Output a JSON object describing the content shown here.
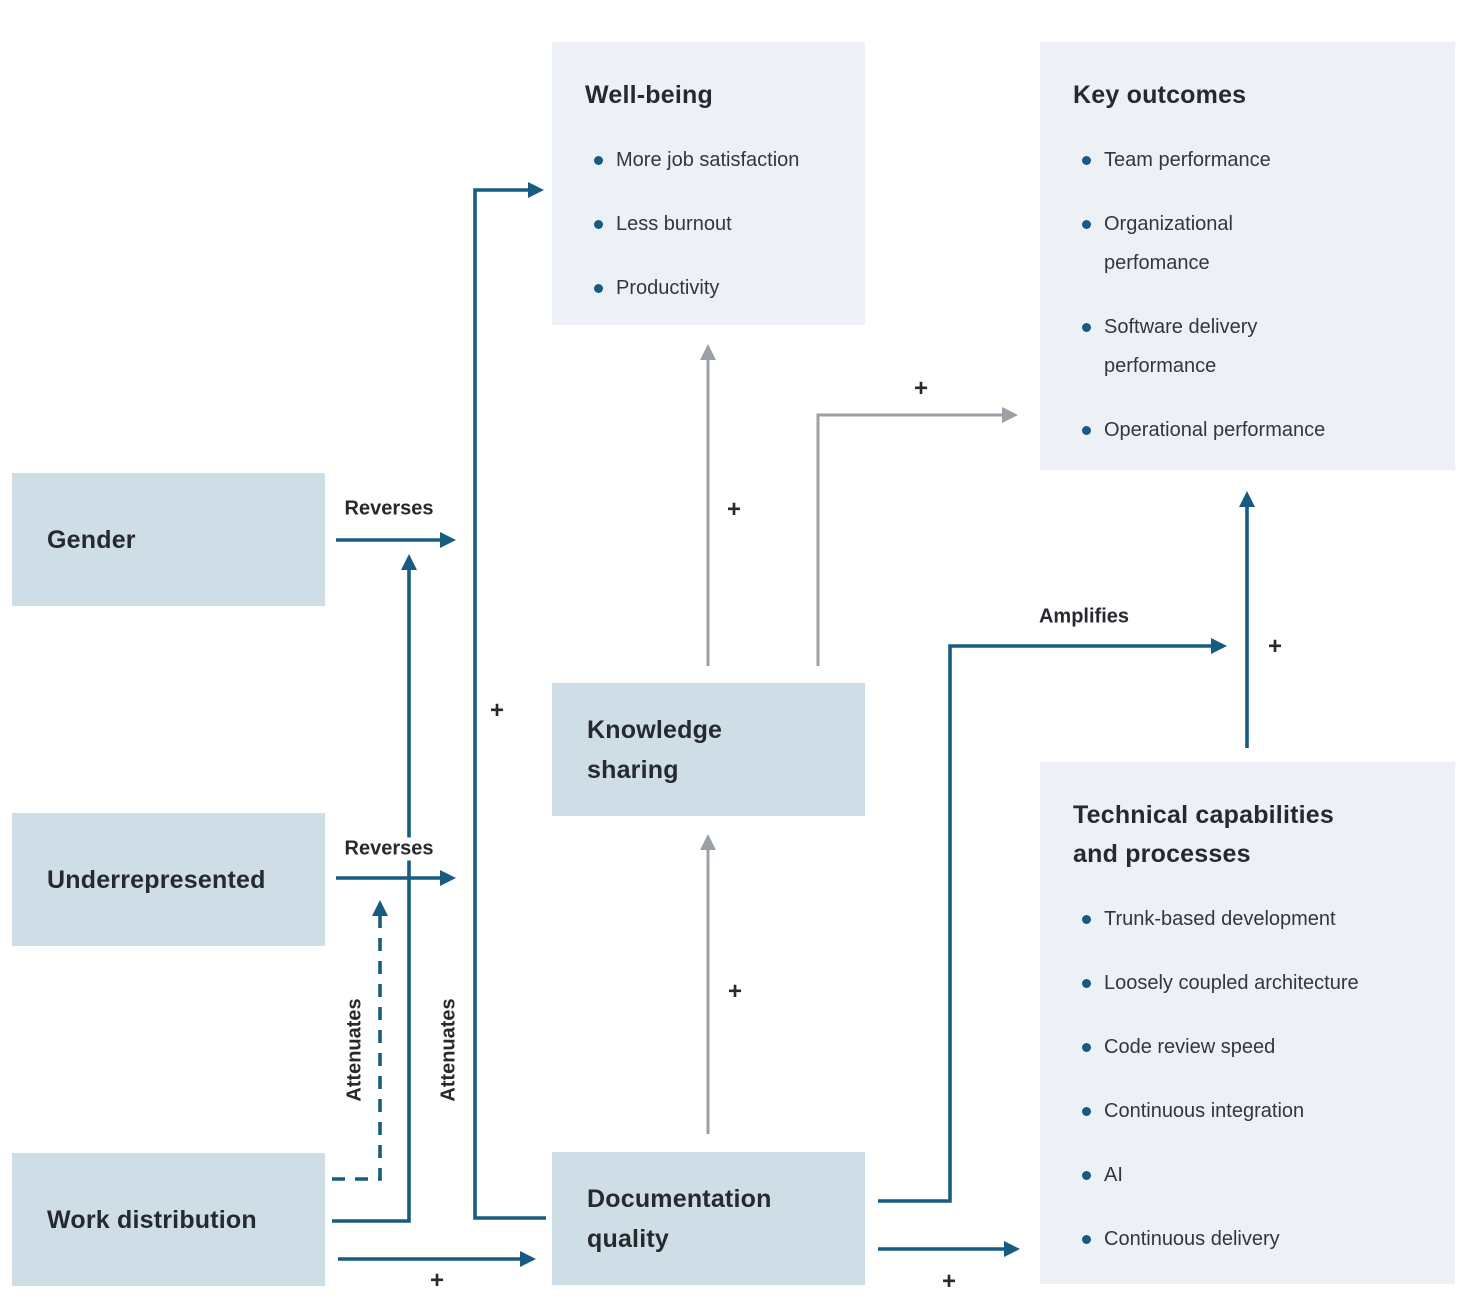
{
  "palette": {
    "node_fill": "#cfdde6",
    "panel_fill": "#edf1f6",
    "arrow_blue": "#175b80",
    "arrow_gray": "#9aa0a6",
    "text_dark": "#26292e",
    "bullet_dot": "#175b80"
  },
  "nodes": {
    "gender": {
      "label": "Gender"
    },
    "underrepresented": {
      "label": "Underrepresented"
    },
    "work_distribution": {
      "label": "Work distribution"
    },
    "knowledge_sharing": {
      "label": "Knowledge\nsharing"
    },
    "documentation_quality": {
      "label": "Documentation\nquality"
    },
    "well_being": {
      "title": "Well-being",
      "bullets": [
        "More job satisfaction",
        "Less burnout",
        "Productivity"
      ]
    },
    "key_outcomes": {
      "title": "Key outcomes",
      "bullets": [
        "Team performance",
        "Organizational\nperfomance",
        "Software delivery\nperformance",
        "Operational performance"
      ]
    },
    "technical_capabilities": {
      "title": "Technical capabilities\nand processes",
      "bullets": [
        "Trunk-based development",
        "Loosely coupled architecture",
        "Code review speed",
        "Continuous integration",
        "AI",
        "Continuous delivery"
      ]
    }
  },
  "edges": [
    {
      "id": "gender-reverses",
      "from": "gender",
      "label": "Reverses",
      "style": "solid-blue"
    },
    {
      "id": "underrepresented-reverses",
      "from": "underrepresented",
      "label": "Reverses",
      "style": "solid-blue"
    },
    {
      "id": "work-attenuates-gender-effect",
      "from": "work_distribution",
      "label": "Attenuates",
      "style": "solid-blue"
    },
    {
      "id": "work-attenuates-underrepresented-effect",
      "from": "work_distribution",
      "label": "Attenuates",
      "style": "dashed-blue"
    },
    {
      "id": "documentation-to-wellbeing",
      "from": "documentation_quality",
      "to": "well_being",
      "sign": "+",
      "style": "solid-blue"
    },
    {
      "id": "work-to-documentation",
      "from": "work_distribution",
      "to": "documentation_quality",
      "sign": "+",
      "style": "solid-blue"
    },
    {
      "id": "documentation-to-knowledge-sharing",
      "from": "documentation_quality",
      "to": "knowledge_sharing",
      "sign": "+",
      "style": "solid-gray"
    },
    {
      "id": "knowledge-sharing-to-wellbeing",
      "from": "knowledge_sharing",
      "to": "well_being",
      "sign": "+",
      "style": "solid-gray"
    },
    {
      "id": "knowledge-sharing-to-key-outcomes",
      "from": "knowledge_sharing",
      "to": "key_outcomes",
      "sign": "+",
      "style": "solid-gray"
    },
    {
      "id": "documentation-amplifies-tech-effect",
      "from": "documentation_quality",
      "label": "Amplifies",
      "style": "solid-blue"
    },
    {
      "id": "tech-to-key-outcomes",
      "from": "technical_capabilities",
      "to": "key_outcomes",
      "sign": "+",
      "style": "solid-blue"
    },
    {
      "id": "documentation-to-tech",
      "from": "documentation_quality",
      "to": "technical_capabilities",
      "sign": "+",
      "style": "solid-blue"
    }
  ]
}
